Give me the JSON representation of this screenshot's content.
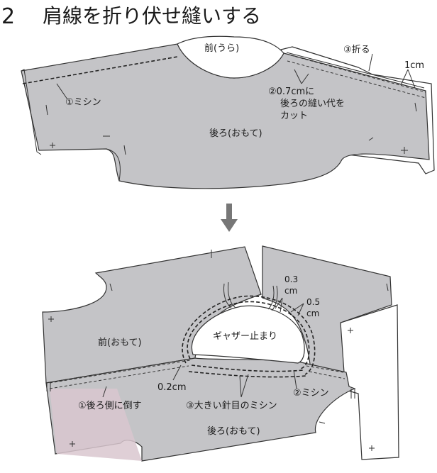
{
  "header": {
    "step_number": "2",
    "title": "肩線を折り伏せ縫いする"
  },
  "top_diagram": {
    "front_wrong": "前(うら)",
    "fold": "③折る",
    "one_cm": "1cm",
    "machine_stitch": "①ミシン",
    "trim_line1": "②0.7cmに",
    "trim_line2": "後ろの縫い代を",
    "trim_line3": "カット",
    "back_right": "後ろ(おもて)"
  },
  "bottom_diagram": {
    "d03": "0.3",
    "d03_unit": "cm",
    "d05": "0.5",
    "d05_unit": "cm",
    "gather_stop": "ギャザー止まり",
    "front_right": "前(おもて)",
    "d02": "0.2cm",
    "fold_to_back": "①後ろ側に倒す",
    "large_stitch": "③大きい針目のミシン",
    "machine_stitch": "②ミシン",
    "back_right": "後ろ(おもて)"
  },
  "colors": {
    "fabric": "#c4c4c7",
    "line": "#333333",
    "pink_shade": "#d9c7cf"
  }
}
